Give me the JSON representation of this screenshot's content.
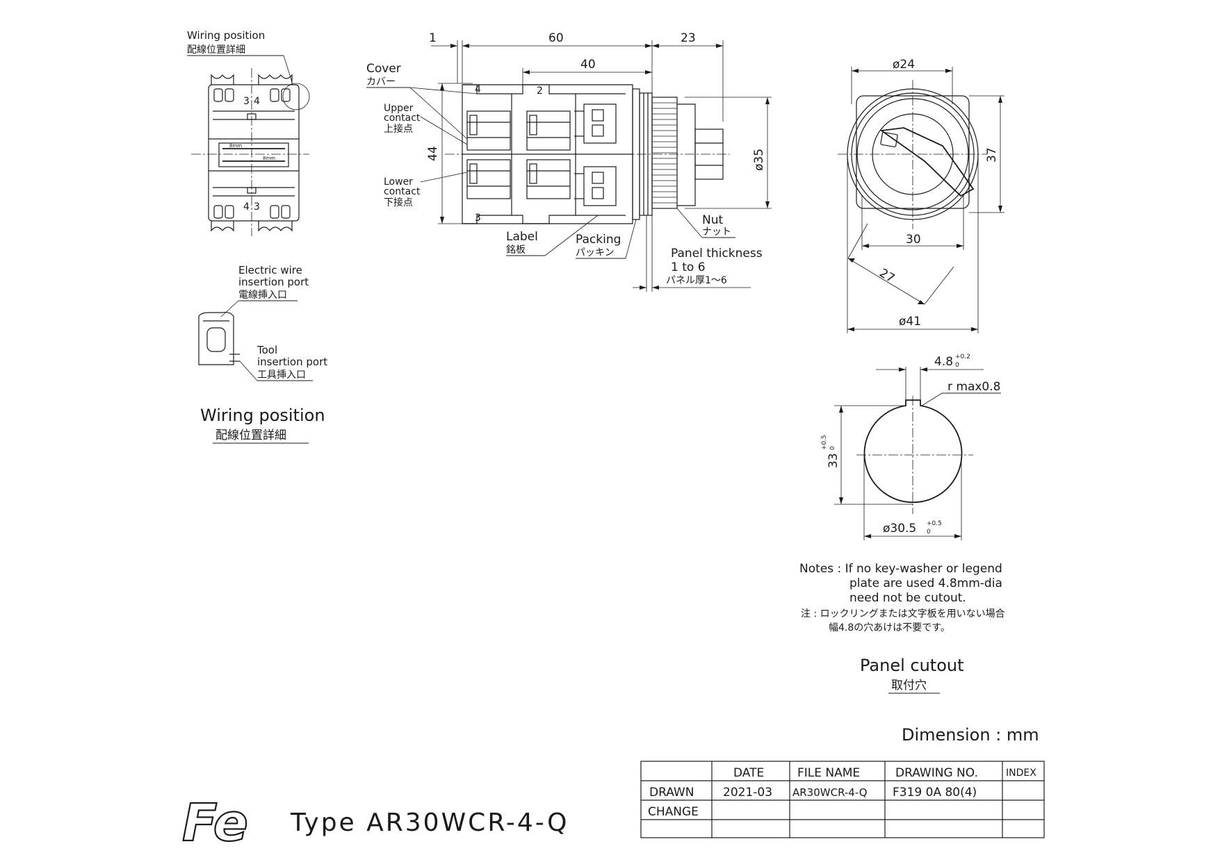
{
  "title": {
    "type_label": "Type AR30WCR-4-Q",
    "logo_text": "Fe"
  },
  "wiring_detail": {
    "top_label_en": "Wiring position",
    "top_label_jp": "配線位置詳細",
    "caption_en": "Wiring position",
    "caption_jp": "配線位置詳細",
    "terminal_top": "3",
    "terminal_top_b": "4",
    "terminal_bottom": "3",
    "terminal_bottom_b": "4",
    "gauge_label_a": "8mm",
    "gauge_label_b": "8mm"
  },
  "port_detail": {
    "wire_port_en_1": "Electric wire",
    "wire_port_en_2": "insertion port",
    "wire_port_jp": "電線挿入口",
    "tool_port_en_1": "Tool",
    "tool_port_en_2": "insertion port",
    "tool_port_jp": "工具挿入口"
  },
  "side_view": {
    "dim_1": "1",
    "dim_60": "60",
    "dim_23": "23",
    "dim_40": "40",
    "dim_44": "44",
    "dim_35": "ø35",
    "cover_en": "Cover",
    "cover_jp": "カバー",
    "upper_en_1": "Upper",
    "upper_en_2": "contact",
    "upper_jp": "上接点",
    "lower_en_1": "Lower",
    "lower_en_2": "contact",
    "lower_jp": "下接点",
    "label_en": "Label",
    "label_jp": "銘板",
    "packing_en": "Packing",
    "packing_jp": "パッキン",
    "nut_en": "Nut",
    "nut_jp": "ナット",
    "panel_en_1": "Panel thickness",
    "panel_en_2": "1 to 6",
    "panel_jp": "パネル厚1～6",
    "term_4": "4",
    "term_2": "2",
    "term_3": "3"
  },
  "front_view": {
    "dim_24": "ø24",
    "dim_37": "37",
    "dim_30": "30",
    "dim_27": "27",
    "dim_41": "ø41"
  },
  "cutout": {
    "dim_width": "4.8",
    "dim_width_tol_up": "+0.2",
    "dim_width_tol_low": "0",
    "dim_radius": "r max0.8",
    "dim_height": "33",
    "dim_height_tol_up": "+0.5",
    "dim_height_tol_low": "0",
    "dim_dia": "ø30.5",
    "dim_dia_tol_up": "+0.5",
    "dim_dia_tol_low": "0",
    "notes_1": "Notes : If no key-washer or legend",
    "notes_2": "plate are used 4.8mm-dia",
    "notes_3": "need not be cutout.",
    "notes_jp_1": "注 : ロックリングまたは文字板を用いない場合",
    "notes_jp_2": "幅4.8の穴あけは不要です。",
    "caption_en": "Panel cutout",
    "caption_jp": "取付穴"
  },
  "dimension_unit": "Dimension : mm",
  "title_block": {
    "headers": [
      "DATE",
      "FILE NAME",
      "DRAWING NO.",
      "INDEX"
    ],
    "row_drawn": [
      "DRAWN",
      "2021-03",
      "AR30WCR-4-Q",
      "F319 0A 80(4)",
      ""
    ],
    "row_change": [
      "CHANGE",
      "",
      "",
      "",
      ""
    ],
    "row_empty": [
      "",
      "",
      "",
      "",
      ""
    ]
  }
}
